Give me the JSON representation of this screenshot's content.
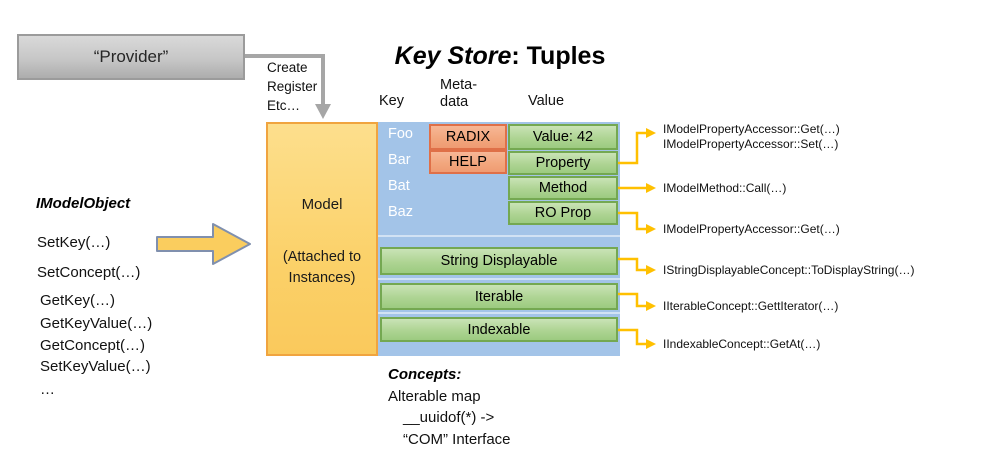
{
  "colors": {
    "blue_panel": "#A3C4E8",
    "green_fill": "#A9D08E",
    "green_border": "#74A851",
    "salmon_fill": "#F2A77E",
    "salmon_border": "#DF7048",
    "gold_fill": "#FCD671",
    "gold_border": "#F0A43F",
    "connector_yellow": "#FFC000",
    "gray_arrow": "#A6A6A6",
    "block_arrow_fill": "#FACD5E",
    "block_arrow_border": "#8090AE"
  },
  "provider": {
    "label": "“Provider”",
    "connector_lines": [
      "Create",
      "Register",
      "Etc…"
    ]
  },
  "title": {
    "emph": "Key Store",
    "rest": ": Tuples"
  },
  "columns": {
    "key": "Key",
    "meta_line1": "Meta-",
    "meta_line2": "data",
    "value": "Value"
  },
  "model_box": {
    "title": "Model",
    "subtitle_line1": "(Attached to",
    "subtitle_line2": "Instances)"
  },
  "key_rows": [
    "Foo",
    "Bar",
    "Bat",
    "Baz"
  ],
  "metadata_cells": [
    "RADIX",
    "HELP"
  ],
  "value_cells": [
    "Value: 42",
    "Property",
    "Method",
    "RO Prop"
  ],
  "concept_bands": [
    "String Displayable",
    "Iterable",
    "Indexable"
  ],
  "left_panel": {
    "title": "IModelObject",
    "methods": [
      "SetKey(…)",
      "SetConcept(…)",
      "GetKey(…)",
      "GetKeyValue(…)",
      "GetConcept(…)",
      "SetKeyValue(…)",
      "…"
    ]
  },
  "annotations": {
    "property_get": "IModelPropertyAccessor::Get(…)",
    "property_set": "IModelPropertyAccessor::Set(…)",
    "method_call": "IModelMethod::Call(…)",
    "ro_prop_get": "IModelPropertyAccessor::Get(…)",
    "string_displayable": "IStringDisplayableConcept::ToDisplayString(…)",
    "iterable": "IIterableConcept::GettIterator(…)",
    "indexable": "IIndexableConcept::GetAt(…)"
  },
  "concepts_note": {
    "title": "Concepts:",
    "lines": [
      "Alterable map",
      "__uuidof(*) ->",
      "“COM” Interface"
    ]
  }
}
